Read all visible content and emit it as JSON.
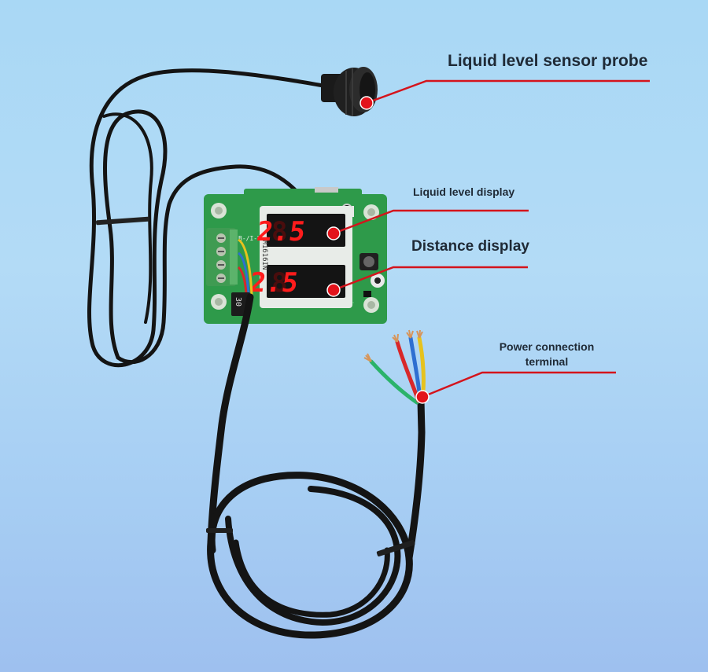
{
  "labels": {
    "sensor_probe": "Liquid level sensor probe",
    "level_display": "Liquid level display",
    "distance_display": "Distance display",
    "power_line1": "Power connection",
    "power_line2": "terminal"
  },
  "displays": {
    "top_digit_dim": "8",
    "top_value": "2.5",
    "bottom_digit_dim": "8",
    "bottom_value": "2.5"
  },
  "board_marks": {
    "pcb_label": "B-/I-V",
    "chip_label": "30",
    "module_side_text": "TM1616IN"
  },
  "colors": {
    "callout": "#d4141c",
    "pcb": "#2e9a4a",
    "cable": "#141414",
    "terminal": "#3f9b52",
    "wire_red": "#d8282a",
    "wire_blue": "#2e6fd1",
    "wire_yellow": "#e6c21e",
    "wire_green": "#2bb36a"
  }
}
